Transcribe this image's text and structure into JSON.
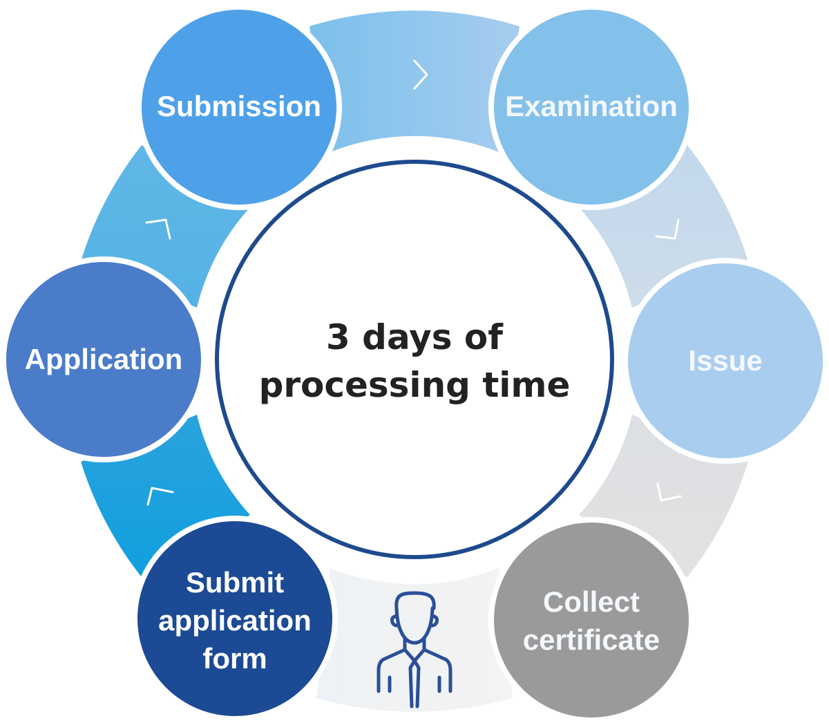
{
  "center": {
    "line1": "3 days of",
    "line2": "processing time"
  },
  "steps": [
    {
      "id": "submit-application-form",
      "lines": [
        "Submit",
        "application",
        "form"
      ],
      "color": "#1c4a94"
    },
    {
      "id": "application",
      "lines": [
        "Application"
      ],
      "color": "#4a7cc9"
    },
    {
      "id": "submission",
      "lines": [
        "Submission"
      ],
      "color": "#4ea1e8"
    },
    {
      "id": "examination",
      "lines": [
        "Examination"
      ],
      "color": "#84c1ea"
    },
    {
      "id": "issue",
      "lines": [
        "Issue"
      ],
      "color": "#a8cdef"
    },
    {
      "id": "collect-certificate",
      "lines": [
        "Collect",
        "certificate"
      ],
      "color": "#9a9a9a"
    }
  ],
  "icons": {
    "center_icon": "person-icon",
    "arrow_icon": "chevron-icon"
  },
  "colors": {
    "center_ring": "#1e4a8d",
    "node_border": "#ffffff",
    "person_icon": "#2a4f98"
  }
}
